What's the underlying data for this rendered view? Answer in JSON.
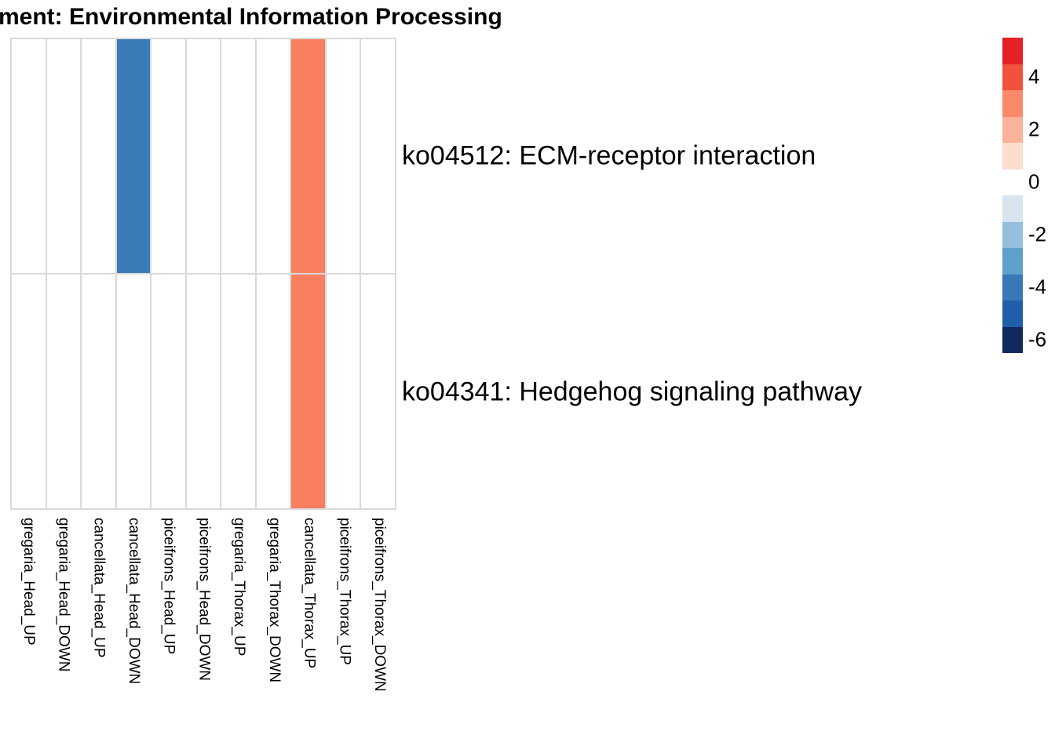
{
  "title": "ment: Environmental Information Processing",
  "chart_data": {
    "type": "heatmap",
    "title": "ment: Environmental Information Processing",
    "columns": [
      "gregaria_Head_UP",
      "gregaria_Head_DOWN",
      "cancellata_Head_UP",
      "cancellata_Head_DOWN",
      "piceifrons_Head_UP",
      "piceifrons_Head_DOWN",
      "gregaria_Thorax_UP",
      "gregaria_Thorax_DOWN",
      "cancellata_Thorax_UP",
      "piceifrons_Thorax_UP",
      "piceifrons_Thorax_DOWN"
    ],
    "rows": [
      "ko04512: ECM-receptor interaction",
      "ko04341: Hedgehog signaling pathway"
    ],
    "values": [
      [
        null,
        null,
        null,
        -4,
        null,
        null,
        null,
        null,
        3,
        null,
        null
      ],
      [
        null,
        null,
        null,
        null,
        null,
        null,
        null,
        null,
        3,
        null,
        null
      ]
    ],
    "cells": [
      {
        "row": 0,
        "col": 3,
        "value": -4,
        "color": "#3A7CB8"
      },
      {
        "row": 0,
        "col": 8,
        "value": 3,
        "color": "#F97F60"
      },
      {
        "row": 1,
        "col": 8,
        "value": 3,
        "color": "#F97F60"
      }
    ],
    "grid": true,
    "gridline_color": "#d9d9d9",
    "empty_cell_color": "#ffffff",
    "legend_position": "right",
    "colorbar": {
      "domain_top": 5.5,
      "domain_bottom": -6.5,
      "ticks": [
        "4",
        "2",
        "0",
        "-2",
        "-4",
        "-6"
      ],
      "tick_values": [
        4,
        2,
        0,
        -2,
        -4,
        -6
      ],
      "blocks": [
        {
          "from": 5.5,
          "to": 4.5,
          "color": "#E32127"
        },
        {
          "from": 4.5,
          "to": 3.5,
          "color": "#F2513B"
        },
        {
          "from": 3.5,
          "to": 2.5,
          "color": "#F98A6B"
        },
        {
          "from": 2.5,
          "to": 1.5,
          "color": "#FAB299"
        },
        {
          "from": 1.5,
          "to": 0.5,
          "color": "#FCDCCB"
        },
        {
          "from": 0.5,
          "to": -0.5,
          "color": "#FFFFFF"
        },
        {
          "from": -0.5,
          "to": -1.5,
          "color": "#D7E5F1"
        },
        {
          "from": -1.5,
          "to": -2.5,
          "color": "#92C0DD"
        },
        {
          "from": -2.5,
          "to": -3.5,
          "color": "#5CA0CC"
        },
        {
          "from": -3.5,
          "to": -4.5,
          "color": "#3779B7"
        },
        {
          "from": -4.5,
          "to": -5.5,
          "color": "#1F5FA9"
        },
        {
          "from": -5.5,
          "to": -6.5,
          "color": "#12295E"
        }
      ]
    }
  }
}
